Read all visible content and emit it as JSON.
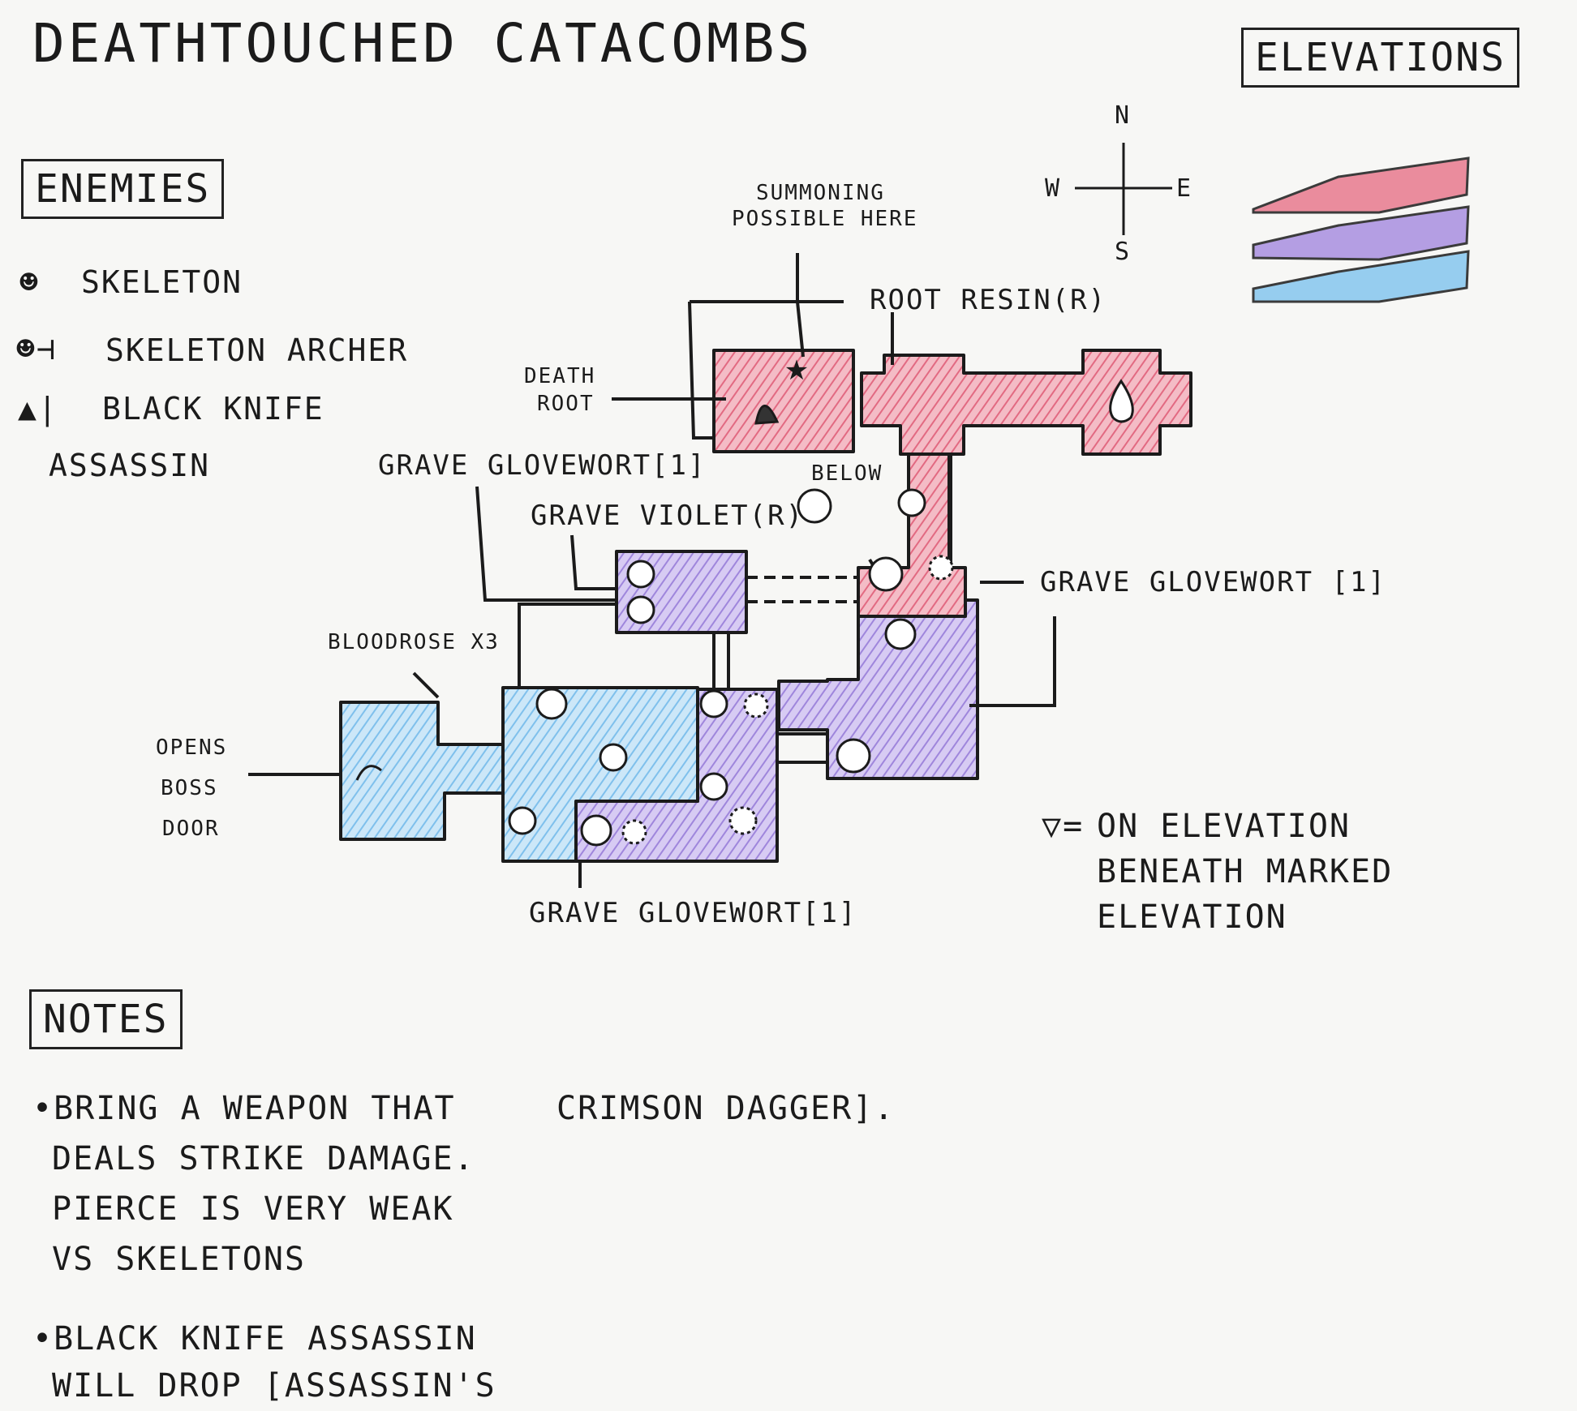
{
  "title": "Deathtouched Catacombs",
  "elevations": {
    "heading": "Elevations",
    "layers": [
      {
        "level": "upper",
        "color": "#e87a8e"
      },
      {
        "level": "middle",
        "color": "#a98fe0"
      },
      {
        "level": "lower",
        "color": "#86c6ee"
      }
    ]
  },
  "compass": {
    "n": "N",
    "e": "E",
    "s": "S",
    "w": "W"
  },
  "enemies": {
    "heading": "Enemies",
    "items": [
      {
        "icon": "skeleton-icon",
        "label": "Skeleton"
      },
      {
        "icon": "skeleton-archer-icon",
        "label": "Skeleton Archer"
      },
      {
        "icon": "black-knife-assassin-icon",
        "label": "Black Knife",
        "label_line2": "Assassin"
      }
    ]
  },
  "map_labels": {
    "summoning": "Summoning",
    "summoning_line2": "Possible Here",
    "root_resin": "Root Resin(r)",
    "death_root": "Death",
    "death_root_line2": "Root",
    "grave_glovewort_top": "Grave Glovewort[1]",
    "grave_violet": "Grave Violet(r)",
    "below": "Below",
    "grave_glovewort_right": "Grave Glovewort [1]",
    "bloodrose": "Bloodrose x3",
    "opens_boss_door": "Opens",
    "opens_boss_door_line2": "Boss",
    "opens_boss_door_line3": "Door",
    "grave_glovewort_bottom": "Grave Glovewort[1]"
  },
  "elevation_legend": {
    "symbol": "▽=",
    "text": "On Elevation",
    "text_line2": "Beneath Marked",
    "text_line3": "Elevation"
  },
  "notes": {
    "heading": "Notes",
    "bullet1": "•Bring a weapon that",
    "bullet1_line2": "deals strike damage.",
    "bullet1_line3": "Pierce is very weak",
    "bullet1_line4": "vs skeletons",
    "bullet2": "•Black Knife Assassin",
    "bullet2_line2": "will drop [Assassin's",
    "bullet2_cont": "Crimson Dagger]."
  },
  "colors": {
    "upper": "#e87a8e",
    "middle": "#a98fe0",
    "lower": "#86c6ee",
    "ink": "#1b1b1b"
  }
}
